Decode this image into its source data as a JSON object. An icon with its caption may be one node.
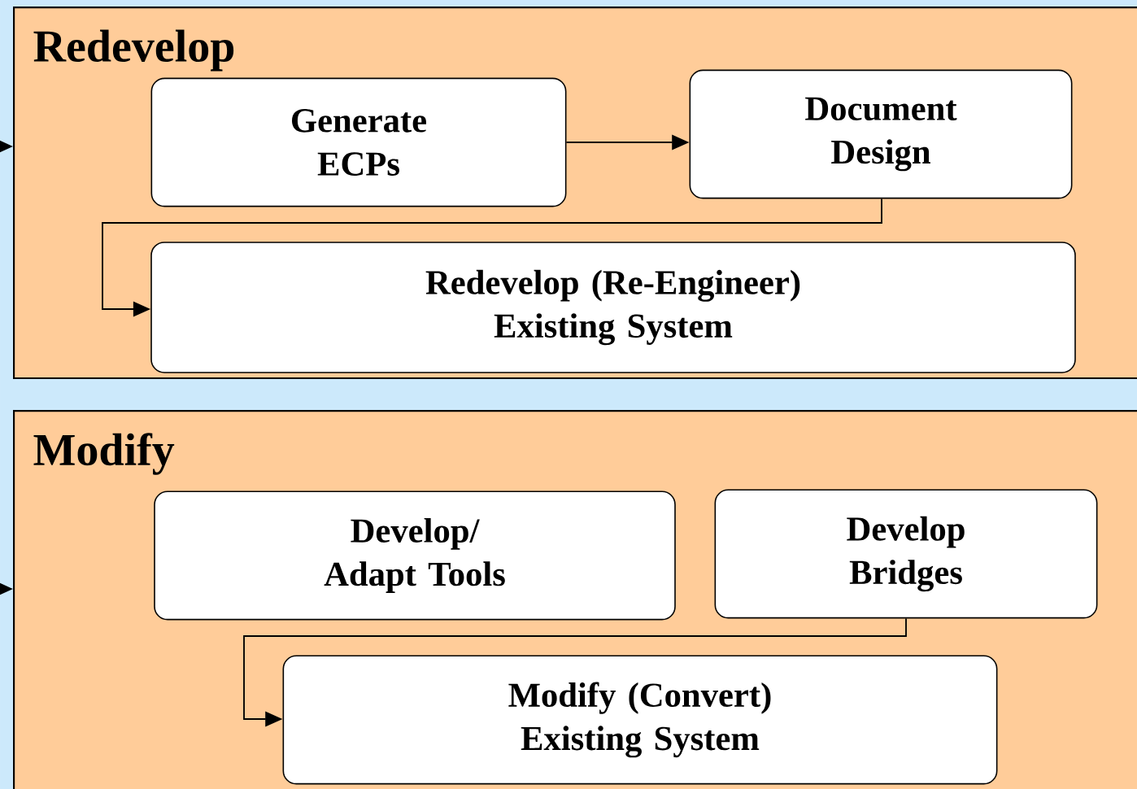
{
  "diagram": {
    "nodes": [
      {
        "text": [
          "Redevelop"
        ]
      },
      {
        "text": [
          "Generate ECPs"
        ],
        "in": 0
      },
      {
        "text": [
          "Document Design"
        ],
        "in": 0
      },
      {
        "text": [
          "Redevelop (Re-Engineer) Existing System"
        ],
        "in": 0
      },
      {
        "text": [
          "Modify"
        ]
      },
      {
        "text": [
          "Develop/ Adapt Tools"
        ],
        "in": 4
      },
      {
        "text": [
          "Develop Bridges"
        ],
        "in": 4
      },
      {
        "text": [
          "Modify (Convert) Existing System"
        ],
        "in": 4
      }
    ],
    "edges": [
      {
        "from": null,
        "to": 0,
        "arrow": "to"
      },
      {
        "from": 1,
        "to": 2,
        "arrow": "to"
      },
      {
        "from": 2,
        "to": 3,
        "arrow": "to"
      },
      {
        "from": null,
        "to": 4,
        "arrow": "to"
      },
      {
        "from": 6,
        "to": 7,
        "arrow": "to"
      }
    ]
  }
}
